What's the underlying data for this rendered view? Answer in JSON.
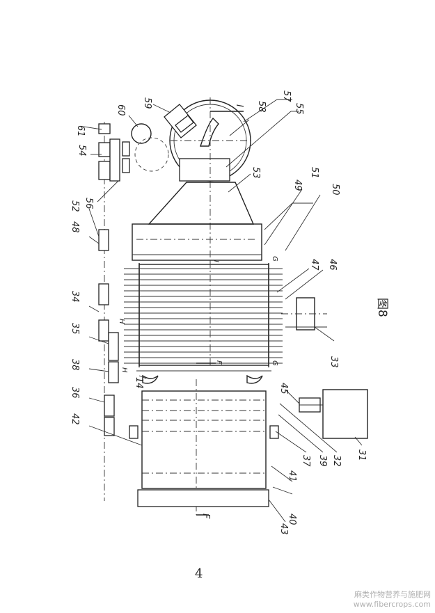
{
  "figure_label": "图8",
  "page_number": "4",
  "watermark": {
    "line1": "麻类作物营养与施肥网",
    "line2": "www.fibercrops.com"
  },
  "callouts": {
    "c61": "61",
    "c60": "60",
    "c59": "59",
    "c58": "58",
    "c57": "57",
    "c55": "55",
    "c54": "54",
    "c56": "56",
    "c53": "53",
    "c49": "49",
    "c51": "51",
    "c52": "52",
    "c48": "48",
    "c50": "50",
    "c34": "34",
    "c47": "47",
    "c46": "46",
    "c35": "35",
    "c33": "33",
    "c38": "38",
    "c14": "14",
    "c45": "45",
    "c36": "36",
    "c42": "42",
    "c31": "31",
    "c32": "32",
    "c39": "39",
    "c37": "37",
    "c41": "41",
    "c40": "40",
    "c43": "43"
  },
  "section_marks": {
    "i_top": "I",
    "i_mid": "I",
    "f_bottom": "F",
    "f_mid": "F",
    "g_top": "G",
    "g_bottom": "G",
    "h_top": "H",
    "h_bottom": "H"
  }
}
